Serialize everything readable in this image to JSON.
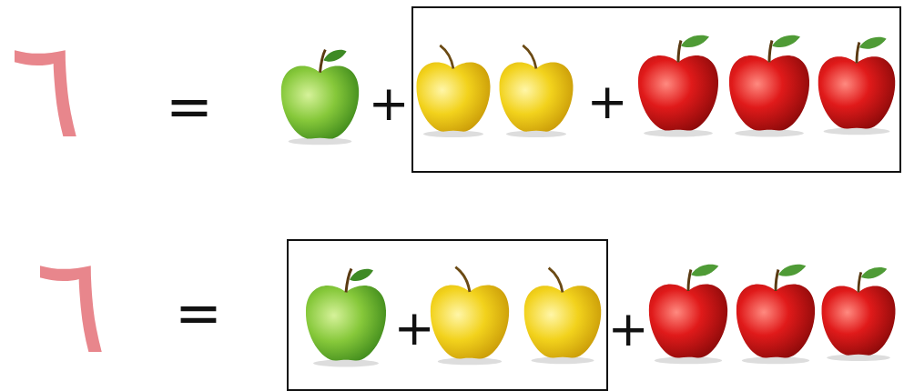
{
  "diagram": {
    "nodes": [
      {
        "text": [
          "+"
        ]
      },
      {
        "text": [
          "+"
        ]
      }
    ],
    "labels": [
      "٦",
      "=",
      "+",
      "٦",
      "=",
      "+"
    ]
  }
}
